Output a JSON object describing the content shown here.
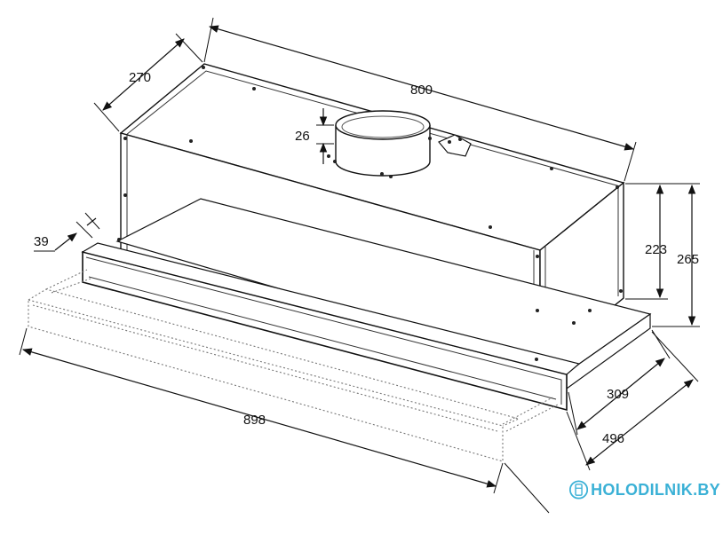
{
  "dimensions": {
    "width_top": "800",
    "depth_top": "270",
    "duct_offset": "26",
    "front_lip": "39",
    "height_body": "223",
    "height_total": "265",
    "width_front": "898",
    "depth_base": "309",
    "depth_extended": "496"
  },
  "brand": {
    "text": "HOLODILNIK.BY",
    "color": "#3bb1d6",
    "icon": "fridge-icon"
  },
  "colors": {
    "line": "#111111",
    "dotted": "#777777"
  }
}
